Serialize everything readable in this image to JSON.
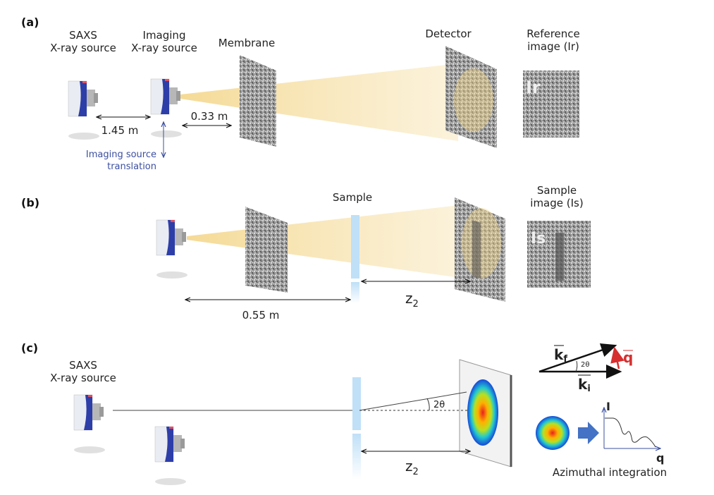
{
  "panels": {
    "a": "(a)",
    "b": "(b)",
    "c": "(c)"
  },
  "a": {
    "saxs_line1": "SAXS",
    "saxs_line2": "X-ray source",
    "imaging_line1": "Imaging",
    "imaging_line2": "X-ray source",
    "membrane": "Membrane",
    "detector": "Detector",
    "reference_line1": "Reference",
    "reference_line2": "image (Ir)",
    "reference_overlay": "Ir",
    "dist_sources": "1.45 m",
    "dist_membrane": "0.33 m",
    "translation_line1": "Imaging source",
    "translation_line2": "translation"
  },
  "b": {
    "sample": "Sample",
    "sample_image_line1": "Sample",
    "sample_image_line2": "image (Is)",
    "sample_overlay": "Is",
    "dist": "0.55 m",
    "z": "z",
    "z_sub": "2"
  },
  "c": {
    "saxs_line1": "SAXS",
    "saxs_line2": "X-ray source",
    "angle": "2θ",
    "z": "z",
    "z_sub": "2",
    "kf": "k",
    "kf_sub": "f",
    "ki": "k",
    "ki_sub": "i",
    "q": "q",
    "vec_angle": "2θ",
    "plot_y": "I",
    "plot_x": "q",
    "integration": "Azimuthal integration"
  },
  "colors": {
    "beam": "#f6dfa0",
    "q_vector": "#d62f2f",
    "axis_blue": "#3b4fa0",
    "arrow_blue": "#4472c4",
    "sample": "#bfe0f7"
  }
}
